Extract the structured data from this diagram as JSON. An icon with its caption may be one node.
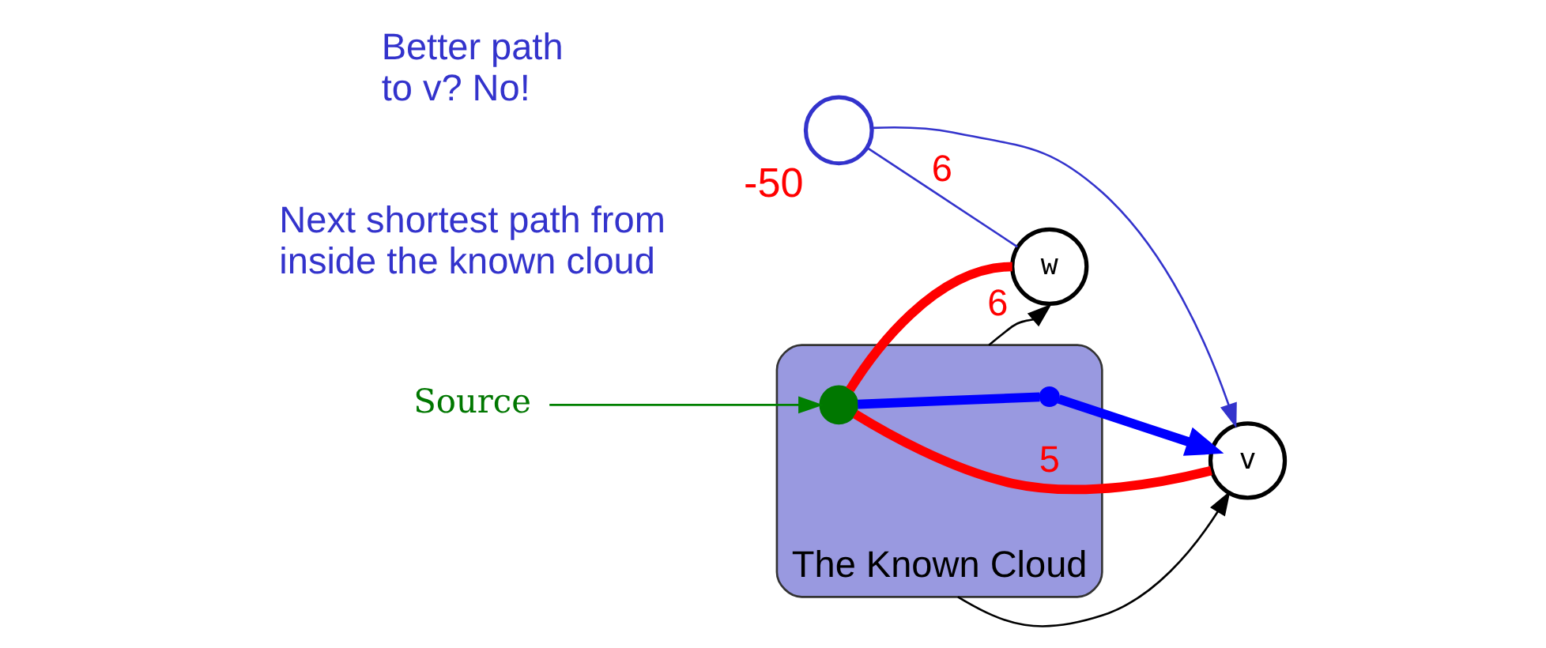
{
  "diagram": {
    "nodes": [
      {
        "text": [],
        "shape": "circle",
        "beside": [
          "-50"
        ]
      },
      {
        "text": [
          "v"
        ]
      },
      {
        "text": [
          "w"
        ]
      },
      {
        "text": [
          "The Known Cloud"
        ]
      },
      {
        "text": [],
        "shape": "circle",
        "in": 3
      },
      {
        "text": [
          "Source"
        ]
      },
      {
        "text": [],
        "shape": "circle",
        "in": 3
      }
    ],
    "edges": [
      {
        "from": 0,
        "to": 1,
        "arrow": "to",
        "color": "#3333cc"
      },
      {
        "from": 0,
        "to": 2,
        "arrow": "none",
        "color": "#3333cc",
        "label": "6"
      },
      {
        "from": 4,
        "to": 6,
        "arrow": "none",
        "color": "#0000ff",
        "style": "thick"
      },
      {
        "from": 6,
        "to": 1,
        "arrow": "to",
        "color": "#0000ff",
        "style": "thick"
      },
      {
        "from": 3,
        "to": 1,
        "arrow": "to",
        "color": "#000000"
      },
      {
        "from": 3,
        "to": 2,
        "arrow": "to",
        "color": "#000000",
        "label": "6"
      },
      {
        "from": 4,
        "to": 1,
        "arrow": "none",
        "color": "#ff0000",
        "style": "thick",
        "label": "5"
      },
      {
        "from": 4,
        "to": 2,
        "arrow": "none",
        "color": "#ff0000",
        "style": "thick"
      },
      {
        "from": 5,
        "to": 4,
        "arrow": "to",
        "color": "#008000"
      }
    ],
    "labels": [
      "Next shortest path from inside the known cloud",
      "Better path to v? No!"
    ]
  }
}
